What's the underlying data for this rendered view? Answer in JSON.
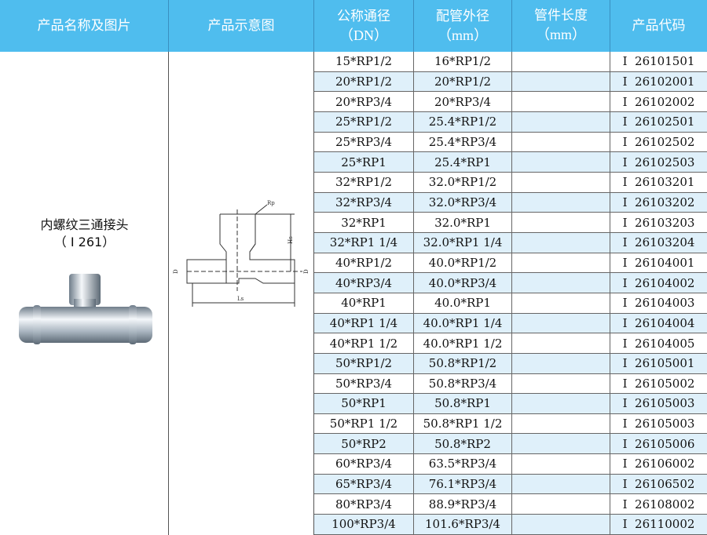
{
  "header": {
    "col1": "产品名称及图片",
    "col2": "产品示意图",
    "col3": "公称通径",
    "col3_unit": "（DN）",
    "col4": "配管外径",
    "col4_unit": "（mm）",
    "col5": "管件长度",
    "col5_unit": "（mm）",
    "col6": "产品代码"
  },
  "product": {
    "name": "内螺纹三通接头",
    "code": "（ I 261）"
  },
  "diagram": {
    "labels": {
      "rp": "Rp",
      "hs": "Hs",
      "d": "D",
      "ls": "Ls"
    }
  },
  "colors": {
    "header": "#4fbdee",
    "alt_row": "#dff0fa"
  },
  "rows": [
    {
      "dn": "15*RP1/2",
      "od": "16*RP1/2",
      "len": "",
      "code": "I  26101501"
    },
    {
      "dn": "20*RP1/2",
      "od": "20*RP1/2",
      "len": "",
      "code": "I  26102001"
    },
    {
      "dn": "20*RP3/4",
      "od": "20*RP3/4",
      "len": "",
      "code": "I  26102002"
    },
    {
      "dn": "25*RP1/2",
      "od": "25.4*RP1/2",
      "len": "",
      "code": "I  26102501"
    },
    {
      "dn": "25*RP3/4",
      "od": "25.4*RP3/4",
      "len": "",
      "code": "I  26102502"
    },
    {
      "dn": "25*RP1",
      "od": "25.4*RP1",
      "len": "",
      "code": "I  26102503"
    },
    {
      "dn": "32*RP1/2",
      "od": "32.0*RP1/2",
      "len": "",
      "code": "I  26103201"
    },
    {
      "dn": "32*RP3/4",
      "od": "32.0*RP3/4",
      "len": "",
      "code": "I  26103202"
    },
    {
      "dn": "32*RP1",
      "od": "32.0*RP1",
      "len": "",
      "code": "I  26103203"
    },
    {
      "dn": "32*RP1 1/4",
      "od": "32.0*RP1 1/4",
      "len": "",
      "code": "I  26103204"
    },
    {
      "dn": "40*RP1/2",
      "od": "40.0*RP1/2",
      "len": "",
      "code": "I  26104001"
    },
    {
      "dn": "40*RP3/4",
      "od": "40.0*RP3/4",
      "len": "",
      "code": "I  26104002"
    },
    {
      "dn": "40*RP1",
      "od": "40.0*RP1",
      "len": "",
      "code": "I  26104003"
    },
    {
      "dn": "40*RP1 1/4",
      "od": "40.0*RP1 1/4",
      "len": "",
      "code": "I  26104004"
    },
    {
      "dn": "40*RP1 1/2",
      "od": "40.0*RP1 1/2",
      "len": "",
      "code": "I  26104005"
    },
    {
      "dn": "50*RP1/2",
      "od": "50.8*RP1/2",
      "len": "",
      "code": "I  26105001"
    },
    {
      "dn": "50*RP3/4",
      "od": "50.8*RP3/4",
      "len": "",
      "code": "I  26105002"
    },
    {
      "dn": "50*RP1",
      "od": "50.8*RP1",
      "len": "",
      "code": "I  26105003"
    },
    {
      "dn": "50*RP1 1/2",
      "od": "50.8*RP1 1/2",
      "len": "",
      "code": "I  26105003"
    },
    {
      "dn": "50*RP2",
      "od": "50.8*RP2",
      "len": "",
      "code": "I  26105006"
    },
    {
      "dn": "60*RP3/4",
      "od": "63.5*RP3/4",
      "len": "",
      "code": "I  26106002"
    },
    {
      "dn": "65*RP3/4",
      "od": "76.1*RP3/4",
      "len": "",
      "code": "I  26106502"
    },
    {
      "dn": "80*RP3/4",
      "od": "88.9*RP3/4",
      "len": "",
      "code": "I  26108002"
    },
    {
      "dn": "100*RP3/4",
      "od": "101.6*RP3/4",
      "len": "",
      "code": "I  26110002"
    }
  ]
}
